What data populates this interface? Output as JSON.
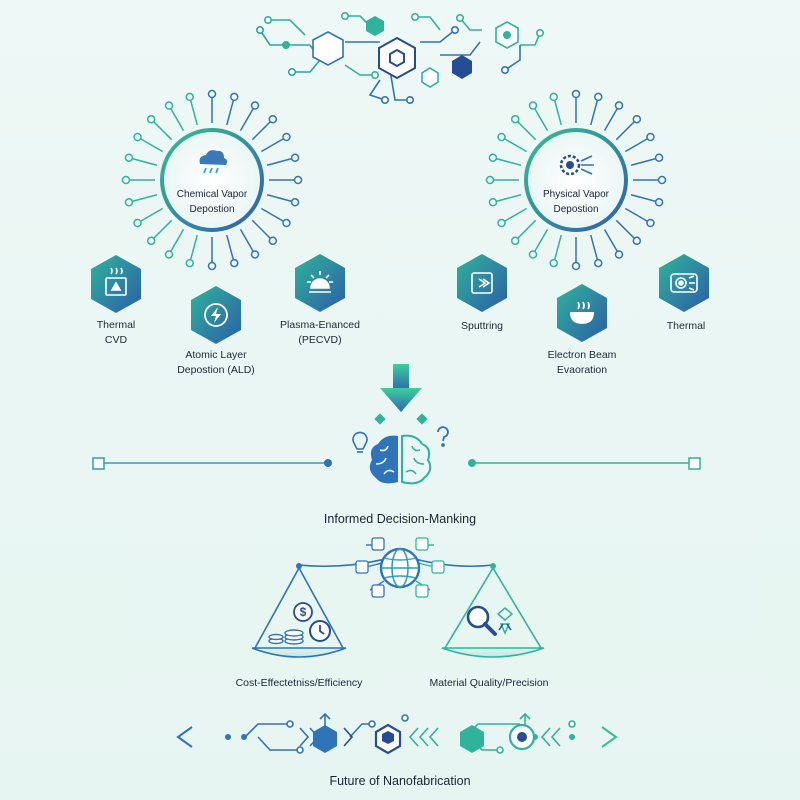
{
  "colors": {
    "teal": "#2fb39a",
    "green": "#34c08f",
    "blue": "#2f73b8",
    "navy": "#264c93",
    "accent": "#3fbfa7",
    "background": "#eaf6f4"
  },
  "cvd": {
    "title_line1": "Chemical Vapor",
    "title_line2": "Depostion",
    "icon": "cloud-rain-icon",
    "methods": [
      {
        "label": "Thermal\nCVD",
        "icon": "furnace-icon"
      },
      {
        "label": "Atomic Layer\nDepostion (ALD)",
        "icon": "lightning-icon"
      },
      {
        "label": "Plasma-Enanced\n(PECVD)",
        "icon": "plasma-icon"
      }
    ]
  },
  "pvd": {
    "title_line1": "Physical Vapor",
    "title_line2": "Depostion",
    "icon": "sputter-gear-icon",
    "methods": [
      {
        "label": "Sputtring",
        "icon": "target-icon"
      },
      {
        "label": "Electron Beam\nEvaoration",
        "icon": "crucible-icon"
      },
      {
        "label": "Thermal",
        "icon": "heater-icon"
      }
    ]
  },
  "decision": {
    "title": "Informed Decision-Manking",
    "icons": [
      "lightbulb-icon",
      "brain-icon",
      "question-icon",
      "down-arrow-icon"
    ]
  },
  "balance": {
    "left_label": "Cost-Effectetniss/Efficiency",
    "right_label": "Material Quality/Precision",
    "center_icon": "globe-icon",
    "left_icons": [
      "dollar-icon",
      "coins-icon",
      "clock-icon"
    ],
    "right_icons": [
      "magnifier-icon",
      "crystal-icon"
    ]
  },
  "footer": {
    "title": "Future of Nanofabrication"
  }
}
